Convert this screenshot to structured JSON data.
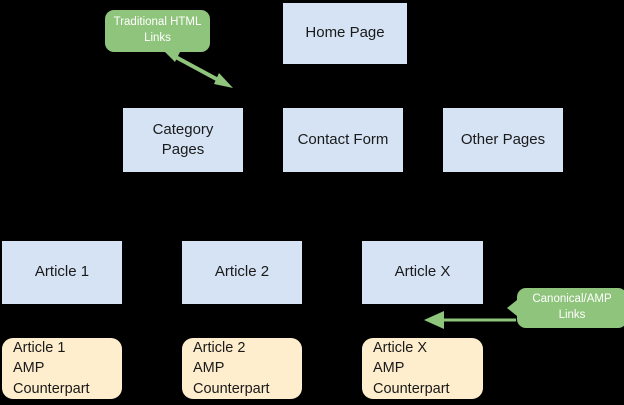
{
  "diagram": {
    "title": "AMP site structure diagram",
    "background_color": "#000000",
    "colors": {
      "page_box": "#d5e3f5",
      "amp_box": "#ffeecd",
      "callout": "#8fc47c",
      "arrow": "#8fc47c",
      "text": "#1a1a1a",
      "callout_text": "#ffffff"
    },
    "callouts": [
      {
        "id": "traditional-html-links",
        "label": "Traditional HTML\nLinks"
      },
      {
        "id": "canonical-amp-links",
        "label": "Canonical/AMP\nLinks"
      }
    ],
    "pages": [
      {
        "id": "home-page",
        "label": "Home Page"
      },
      {
        "id": "category-pages",
        "label": "Category\nPages"
      },
      {
        "id": "contact-form",
        "label": "Contact Form"
      },
      {
        "id": "other-pages",
        "label": "Other Pages"
      },
      {
        "id": "article-1",
        "label": "Article 1"
      },
      {
        "id": "article-2",
        "label": "Article 2"
      },
      {
        "id": "article-x",
        "label": "Article X"
      }
    ],
    "amp_pages": [
      {
        "id": "article-1-amp",
        "label": "Article 1\nAMP\nCounterpart"
      },
      {
        "id": "article-2-amp",
        "label": "Article 2\nAMP\nCounterpart"
      },
      {
        "id": "article-x-amp",
        "label": "Article X\nAMP\nCounterpart"
      }
    ]
  }
}
